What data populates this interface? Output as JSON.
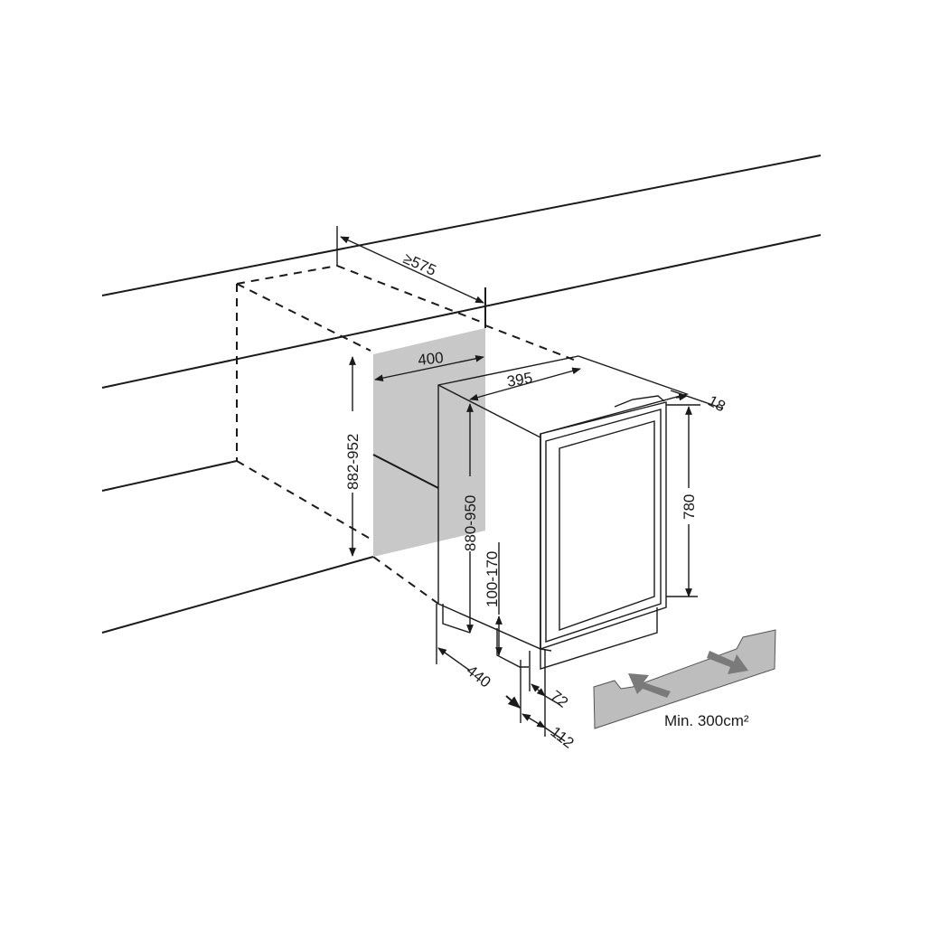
{
  "dimensions": {
    "niche_depth": "≥575",
    "panel_width": "400",
    "unit_width": "395",
    "door_thickness": "18",
    "door_height": "780",
    "unit_height": "880-950",
    "niche_height": "882-952",
    "plinth_height": "100-170",
    "unit_depth": "440",
    "plinth_offset": "72",
    "plinth_recess": "112"
  },
  "vent_label": "Min. 300cm²",
  "colors": {
    "line": "#1a1a1a",
    "panel_gray": "#c8c8c8",
    "plinth_gray": "#bdbdbd",
    "arrow_gray": "#7a7a7a"
  }
}
